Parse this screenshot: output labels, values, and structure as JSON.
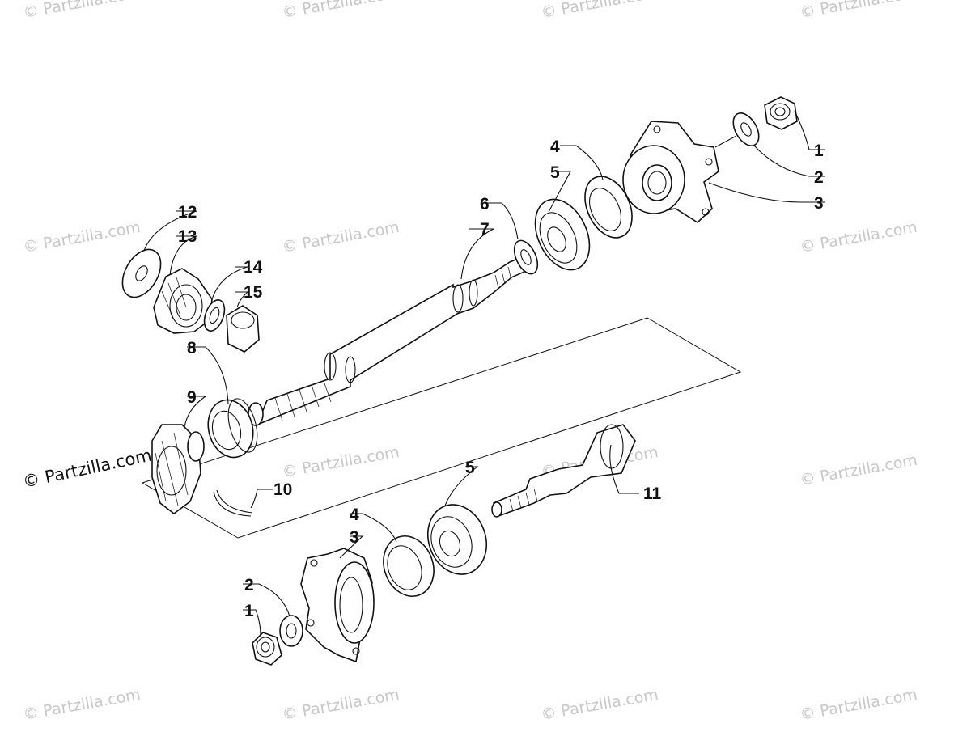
{
  "watermark": {
    "main_text": "© Partzilla.com",
    "tile_text": "© Partzilla.com"
  },
  "callouts": [
    {
      "id": "c1a",
      "label": "1"
    },
    {
      "id": "c2a",
      "label": "2"
    },
    {
      "id": "c3a",
      "label": "3"
    },
    {
      "id": "c4a",
      "label": "4"
    },
    {
      "id": "c5a",
      "label": "5"
    },
    {
      "id": "c6",
      "label": "6"
    },
    {
      "id": "c7",
      "label": "7"
    },
    {
      "id": "c8",
      "label": "8"
    },
    {
      "id": "c9",
      "label": "9"
    },
    {
      "id": "c10",
      "label": "10"
    },
    {
      "id": "c11",
      "label": "11"
    },
    {
      "id": "c12",
      "label": "12"
    },
    {
      "id": "c13",
      "label": "13"
    },
    {
      "id": "c14",
      "label": "14"
    },
    {
      "id": "c15",
      "label": "15"
    },
    {
      "id": "c5b",
      "label": "5"
    },
    {
      "id": "c4b",
      "label": "4"
    },
    {
      "id": "c3b",
      "label": "3"
    },
    {
      "id": "c2b",
      "label": "2"
    },
    {
      "id": "c1b",
      "label": "1"
    }
  ]
}
